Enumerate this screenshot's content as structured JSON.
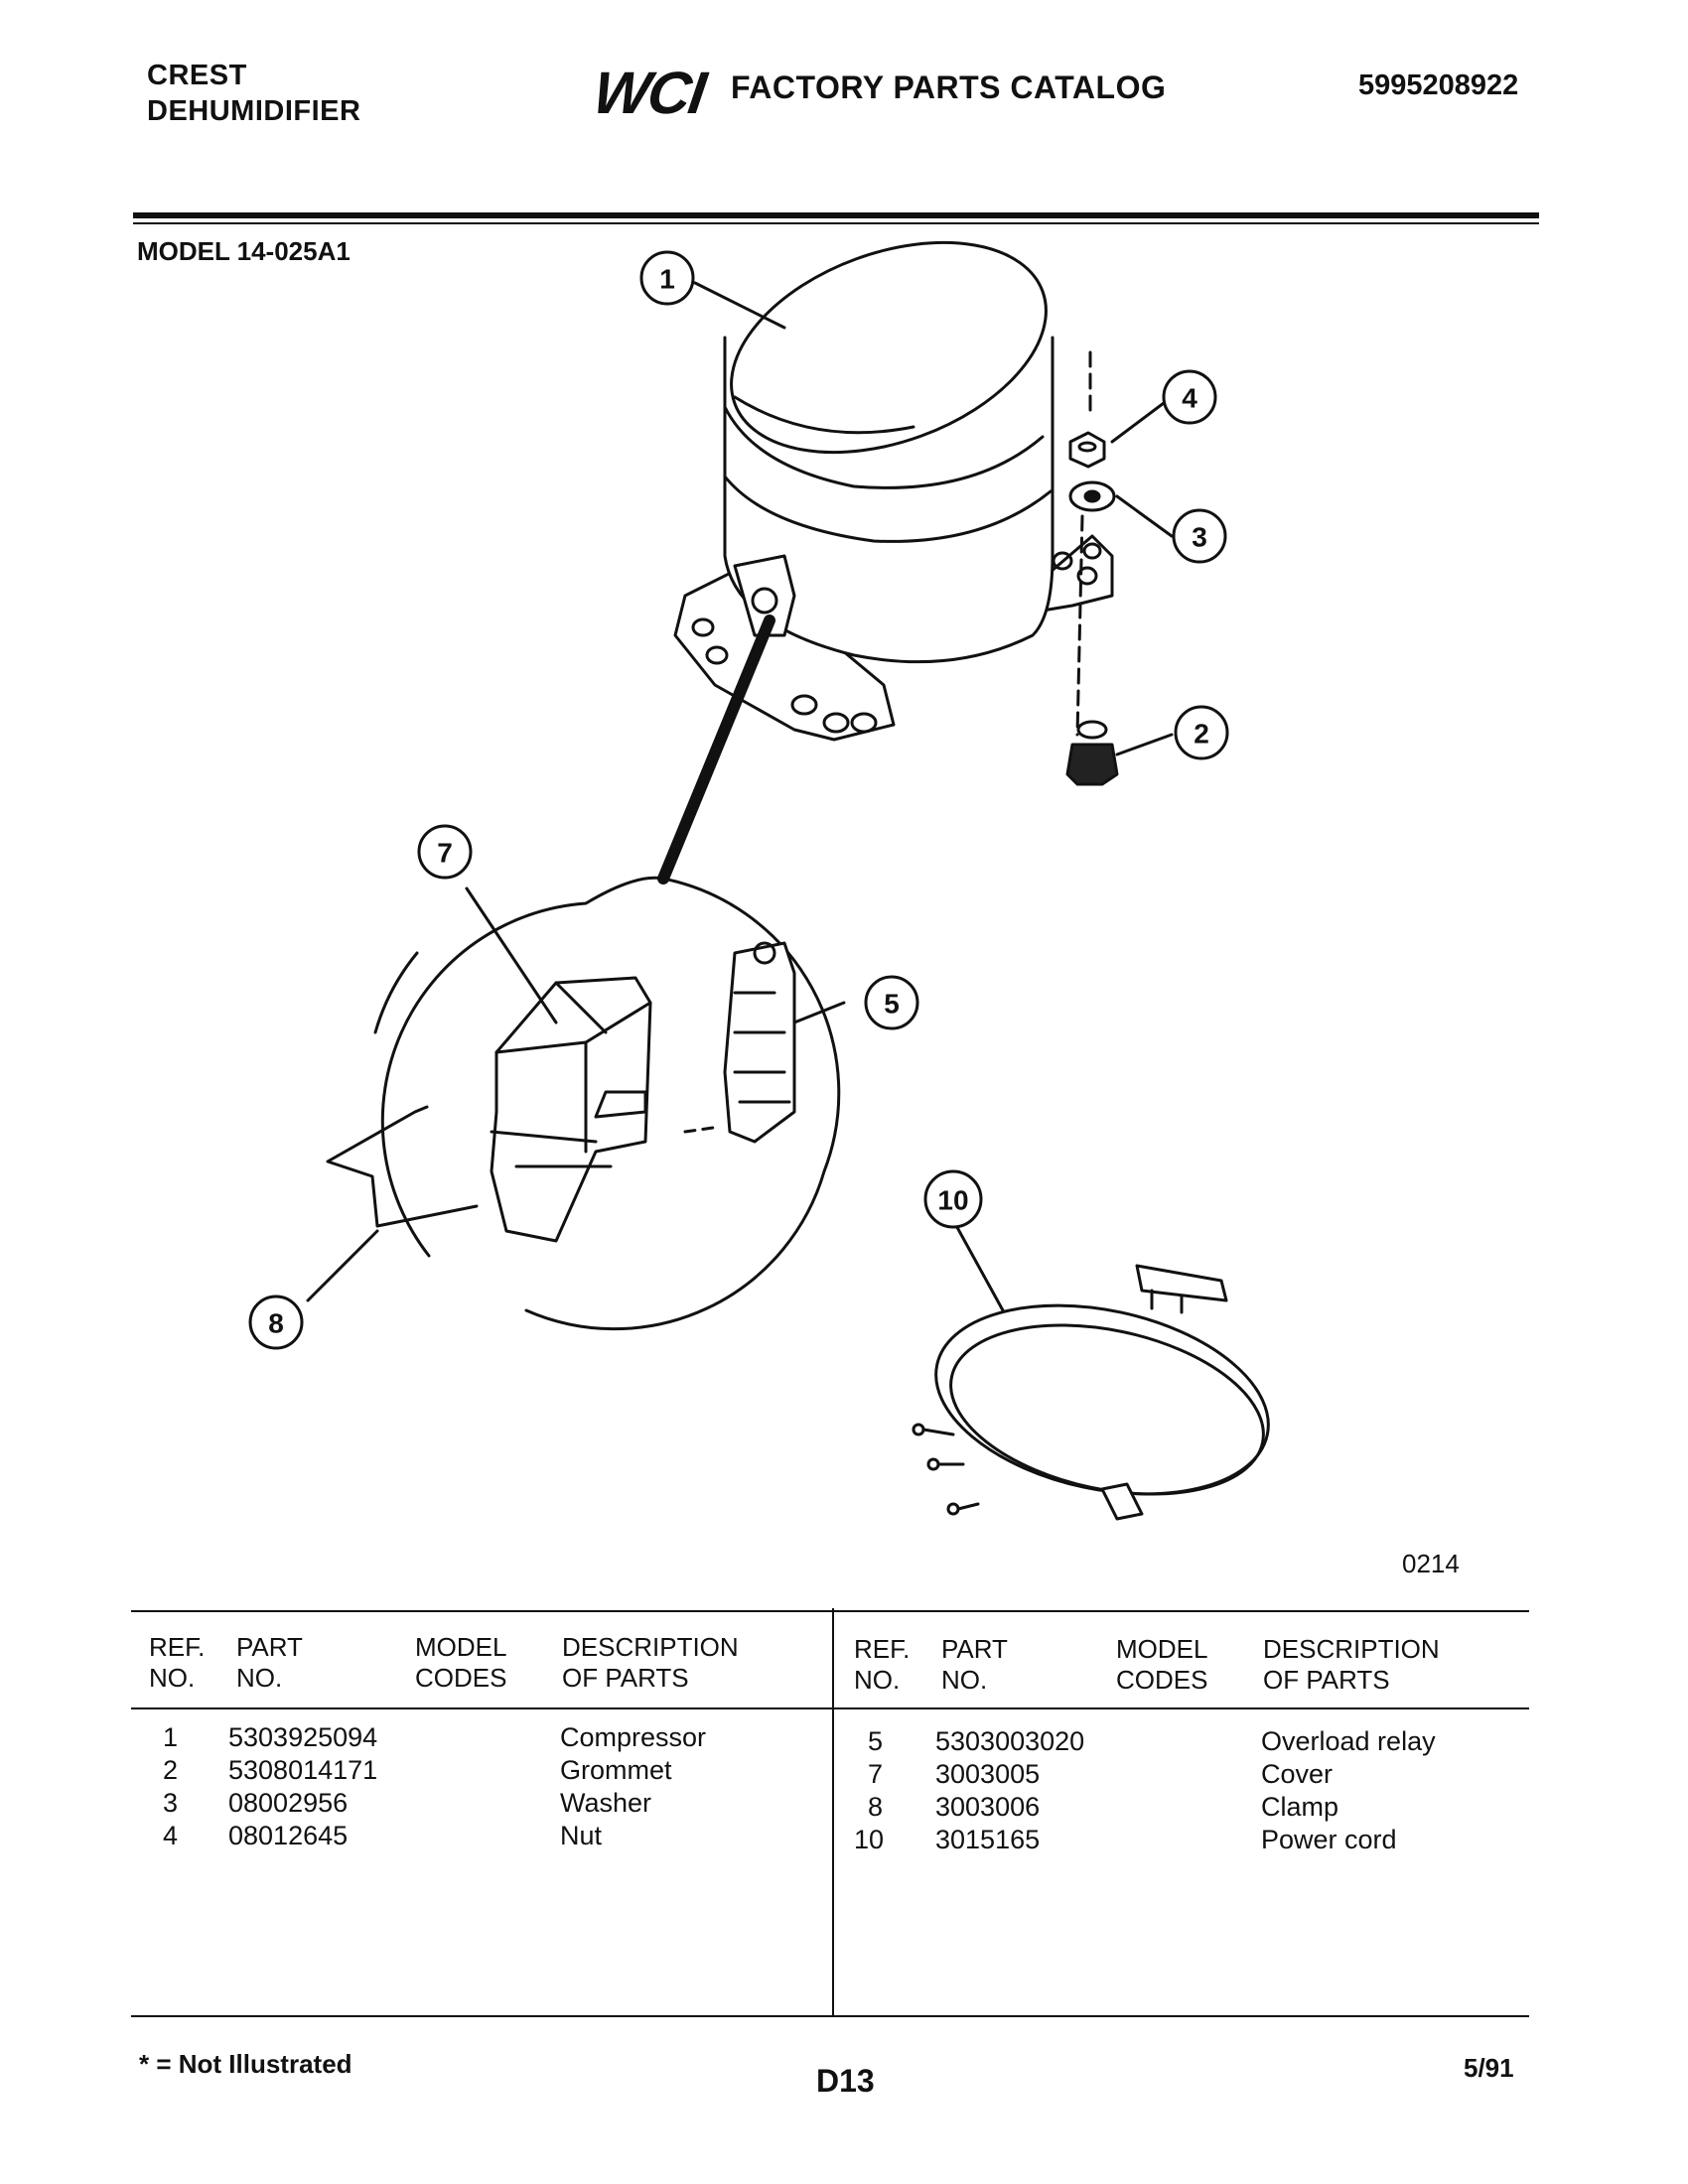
{
  "header": {
    "brand": "CREST",
    "product": "DEHUMIDIFIER",
    "logo_text": "WCI",
    "catalog_title": "FACTORY PARTS CATALOG",
    "catalog_number": "5995208922"
  },
  "model_label": "MODEL 14-025A1",
  "diagram": {
    "callouts": [
      "1",
      "2",
      "3",
      "4",
      "5",
      "7",
      "8",
      "10"
    ],
    "drawing_code": "0214"
  },
  "table": {
    "headers": {
      "ref_1": "REF.",
      "ref_2": "NO.",
      "part_1": "PART",
      "part_2": "NO.",
      "model_1": "MODEL",
      "model_2": "CODES",
      "desc_1": "DESCRIPTION",
      "desc_2": "OF PARTS"
    },
    "left_rows": [
      {
        "ref": "1",
        "part": "5303925094",
        "codes": "",
        "desc": "Compressor"
      },
      {
        "ref": "2",
        "part": "5308014171",
        "codes": "",
        "desc": "Grommet"
      },
      {
        "ref": "3",
        "part": "08002956",
        "codes": "",
        "desc": "Washer"
      },
      {
        "ref": "4",
        "part": "08012645",
        "codes": "",
        "desc": "Nut"
      }
    ],
    "right_rows": [
      {
        "ref": "5",
        "part": "5303003020",
        "codes": "",
        "desc": "Overload relay"
      },
      {
        "ref": "7",
        "part": "3003005",
        "codes": "",
        "desc": "Cover"
      },
      {
        "ref": "8",
        "part": "3003006",
        "codes": "",
        "desc": "Clamp"
      },
      {
        "ref": "10",
        "part": "3015165",
        "codes": "",
        "desc": "Power cord"
      }
    ]
  },
  "footer": {
    "note": "* = Not Illustrated",
    "page": "D13",
    "date": "5/91"
  }
}
